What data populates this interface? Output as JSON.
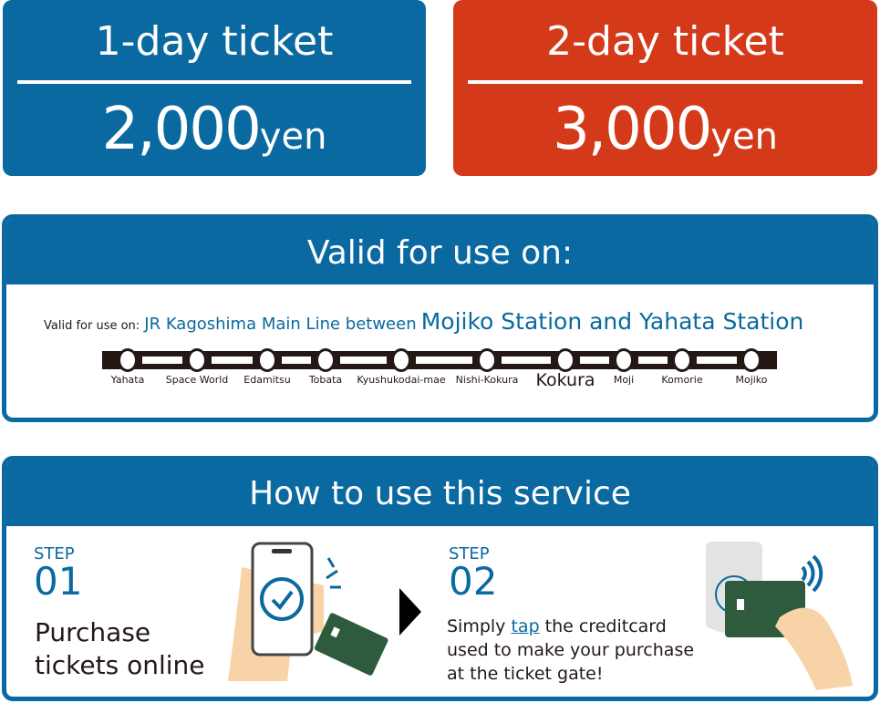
{
  "tickets": [
    {
      "title": "1-day ticket",
      "price": "2,000",
      "unit": "yen",
      "color": "#0a69a0"
    },
    {
      "title": "2-day ticket",
      "price": "3,000",
      "unit": "yen",
      "color": "#d43a19"
    }
  ],
  "valid": {
    "header": "Valid for use on:",
    "prefix": "Valid for use on:",
    "line_text": "JR Kagoshima Main Line between",
    "stations_text": "Mojiko Station and Yahata Station",
    "stations": [
      "Yahata",
      "Space World",
      "Edamitsu",
      "Tobata",
      "Kyushukodai-mae",
      "Nishi-Kokura",
      "Kokura",
      "Moji",
      "Komorie",
      "Mojiko"
    ]
  },
  "howto": {
    "header": "How to use this service",
    "step1": {
      "label": "STEP",
      "num": "01",
      "line1": "Purchase",
      "line2": "tickets online"
    },
    "step2": {
      "label": "STEP",
      "num": "02",
      "pre": "Simply ",
      "tap": "tap",
      "post": " the creditcard",
      "line2": "used to make your purchase",
      "line3": "at the ticket gate!"
    }
  }
}
